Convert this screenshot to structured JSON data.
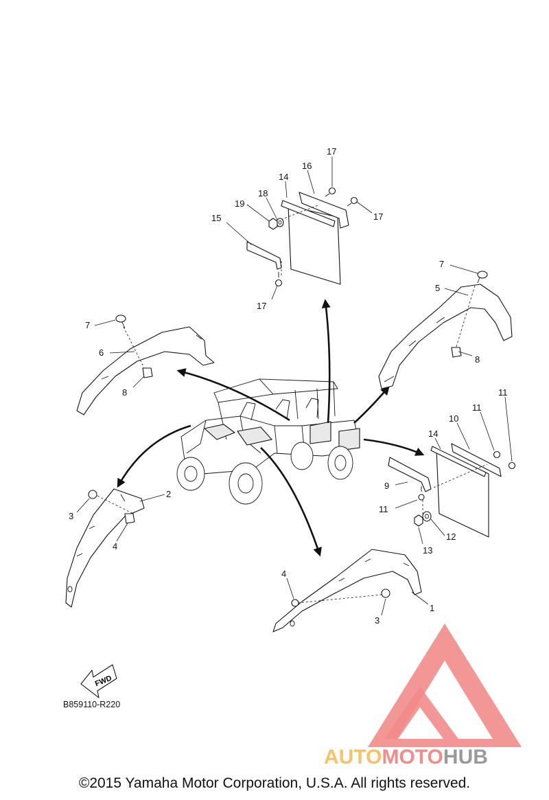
{
  "callouts": [
    {
      "id": "c-17a",
      "text": "17"
    },
    {
      "id": "c-16",
      "text": "16"
    },
    {
      "id": "c-14a",
      "text": "14"
    },
    {
      "id": "c-18",
      "text": "18"
    },
    {
      "id": "c-19",
      "text": "19"
    },
    {
      "id": "c-17b",
      "text": "17"
    },
    {
      "id": "c-15",
      "text": "15"
    },
    {
      "id": "c-17c",
      "text": "17"
    },
    {
      "id": "c-7a",
      "text": "7"
    },
    {
      "id": "c-5",
      "text": "5"
    },
    {
      "id": "c-8a",
      "text": "8"
    },
    {
      "id": "c-7b",
      "text": "7"
    },
    {
      "id": "c-6",
      "text": "6"
    },
    {
      "id": "c-8b",
      "text": "8"
    },
    {
      "id": "c-11a",
      "text": "11"
    },
    {
      "id": "c-11b",
      "text": "11"
    },
    {
      "id": "c-10",
      "text": "10"
    },
    {
      "id": "c-14b",
      "text": "14"
    },
    {
      "id": "c-9",
      "text": "9"
    },
    {
      "id": "c-11c",
      "text": "11"
    },
    {
      "id": "c-12",
      "text": "12"
    },
    {
      "id": "c-13",
      "text": "13"
    },
    {
      "id": "c-2",
      "text": "2"
    },
    {
      "id": "c-3a",
      "text": "3"
    },
    {
      "id": "c-4a",
      "text": "4"
    },
    {
      "id": "c-4b",
      "text": "4"
    },
    {
      "id": "c-1",
      "text": "1"
    },
    {
      "id": "c-3b",
      "text": "3"
    }
  ],
  "fwd_label": "FWD",
  "drawing_code": "B859110-R220",
  "watermark": {
    "text_part_a": "AUTO",
    "text_part_b": "MOTO",
    "text_part_c": "HUB",
    "color_a": "#f5c26b",
    "color_b": "#f28b8b",
    "color_c": "#9a9a9a",
    "triangle_color": "#f28b8b"
  },
  "copyright": "©2015 Yamaha Motor Corporation, U.S.A. All rights reserved."
}
